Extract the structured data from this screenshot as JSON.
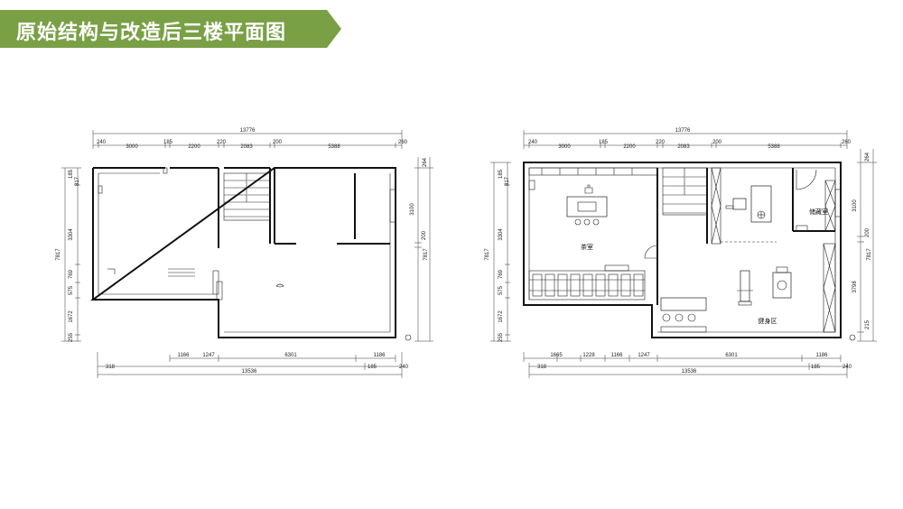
{
  "header": {
    "title": "原始结构与改造后三楼平面图",
    "color": "#7aa046"
  },
  "plan_original": {
    "top_total": "13776",
    "top_segments": [
      "240",
      "3000",
      "185",
      "2200",
      "220",
      "2083",
      "200",
      "5388",
      "260"
    ],
    "left_total": "7817",
    "left_segments": [
      "185",
      "817",
      "3304",
      "769",
      "575",
      "1672",
      "255"
    ],
    "right_total": "7817",
    "right_segments": [
      "264",
      "3100",
      "200"
    ],
    "bottom_segments": [
      "1166",
      "1247",
      "6301",
      "1186"
    ],
    "bottom_row2": [
      "318",
      "185",
      "240"
    ],
    "bottom_total": "13536"
  },
  "plan_renovated": {
    "top_total": "13776",
    "top_segments": [
      "240",
      "3000",
      "185",
      "2200",
      "220",
      "2083",
      "200",
      "5388",
      "260"
    ],
    "left_total": "7817",
    "left_segments": [
      "185",
      "817",
      "3304",
      "769",
      "575",
      "1672",
      "255"
    ],
    "right_total": "7817",
    "right_segments": [
      "264",
      "3100",
      "200",
      "3798",
      "215"
    ],
    "bottom_segments": [
      "1665",
      "1228",
      "1166",
      "1247",
      "6301",
      "1186"
    ],
    "bottom_row2": [
      "318",
      "185",
      "240"
    ],
    "bottom_total": "13536",
    "rooms": {
      "tea_room": "茶室",
      "storage_room": "储藏室",
      "gym_area": "健身区"
    }
  }
}
